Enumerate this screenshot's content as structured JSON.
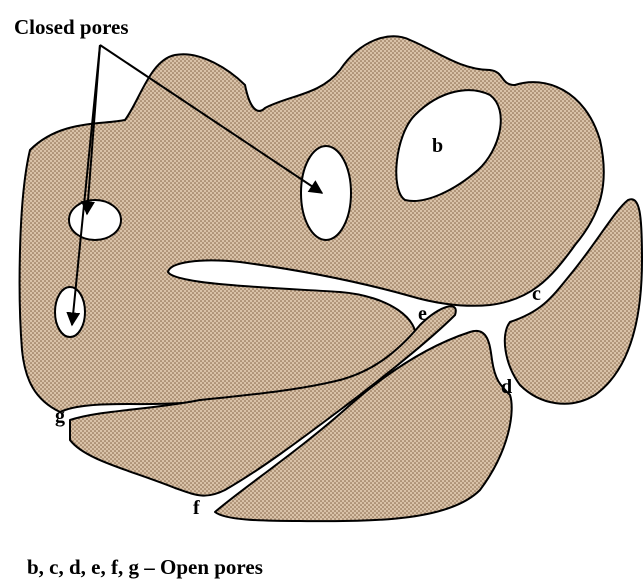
{
  "colors": {
    "solid_fill": "#d9c2a8",
    "dot": "#7a5a3c",
    "stroke": "#000000",
    "background": "#ffffff"
  },
  "title": "Closed pores",
  "labels": {
    "b": "b",
    "c": "c",
    "d": "d",
    "e": "e",
    "f": "f",
    "g": "g"
  },
  "caption": "b, c, d, e, f, g – Open pores"
}
